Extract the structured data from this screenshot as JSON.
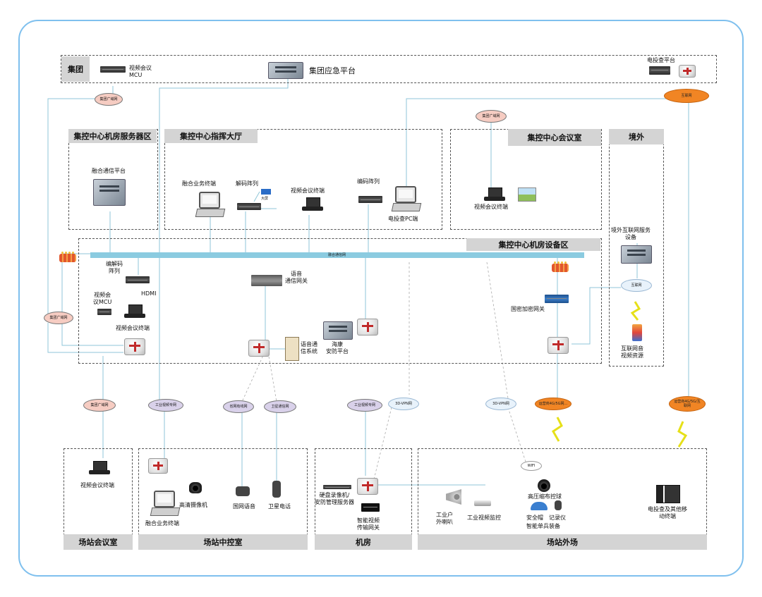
{
  "zones": {
    "jituan": "集团",
    "server_room": "集控中心机房服务器区",
    "command_hall": "集控中心指挥大厅",
    "meeting_room": "集控中心会议室",
    "overseas": "境外",
    "equipment_area": "集控中心机房设备区",
    "station_meeting": "场站会议室",
    "station_control": "场站中控室",
    "machine_room": "机房",
    "station_outdoor": "场站外场"
  },
  "labels": {
    "video_conf_mcu_top": "视频会议\nMCU",
    "emergency_platform": "集团应急平台",
    "elec_inspect_platform": "电投查平台",
    "fusion_comm_platform": "融合通信平台",
    "fusion_terminal_hall": "融合业务终端",
    "decode_matrix": "解码阵列",
    "big_screen": "大屏",
    "video_terminal_hall": "视频会议终端",
    "encode_matrix": "编码阵列",
    "pc_terminal": "电投查PC端",
    "video_terminal_meeting": "视频会议终端",
    "overseas_server": "境外互联网服务\n设备",
    "internet_cloud": "互联网",
    "internet_av": "互联网音\n视频资源",
    "codec_matrix": "编解码\n阵列",
    "hdmi": "HDMI",
    "video_mcu_left": "视频会\n议MCU",
    "video_terminal_left": "视频会议终端",
    "voice_gateway": "语音\n通信网关",
    "voice_system": "语音通\n信系统",
    "hikvision": "海康\n安防平台",
    "crypto_gateway": "国密加密网关",
    "bus_label": "融合通信网",
    "station_video_terminal": "视频会议终端",
    "hd_camera": "高清摄像机",
    "fusion_terminal_station": "融合业务终端",
    "grid_voice": "国网语音",
    "sat_phone": "卫星电话",
    "nvr": "硬盘录像机/\n安防管理服务器",
    "smart_gateway": "智能视频\n传输网关",
    "speaker": "工业户\n外喇叭",
    "ind_monitor": "工业视频监控",
    "hv_ball": "高压缩布控球",
    "helmet": "安全帽",
    "recorder": "记录仪",
    "soldier_gear": "智能单兵装备",
    "mobile_terminal": "电投查及其他移\n动终端",
    "wifi": "WIFI"
  },
  "clouds": {
    "jt_wan_1": "集团广域网",
    "internet_top": "互联网",
    "jt_wan_2": "集团广域网",
    "jt_wan_3": "集团广域网",
    "jt_wan_4": "集团广域网",
    "ind_video_1": "工业视频专网",
    "grid_net": "省网有线网",
    "sat_net": "卫星通信网",
    "ind_video_2": "工业视频专网",
    "vpn_1": "3D-VPN网",
    "vpn_2": "3D-VPN网",
    "carrier_1": "运营商4G/5G网...",
    "carrier_2": "运营商4G/5G/互\n联网"
  }
}
